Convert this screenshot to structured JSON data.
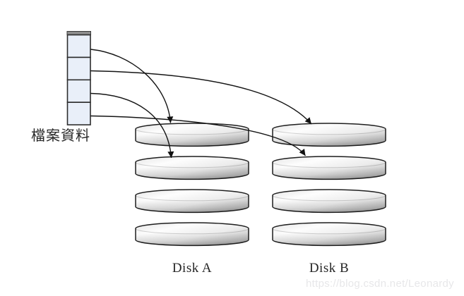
{
  "diagram_type": "disk-striping",
  "labels": {
    "source": "檔案資料"
  },
  "file_blocks": {
    "count": 4
  },
  "disks": [
    {
      "id": "disk-a",
      "label": "Disk A",
      "platter_count": 4
    },
    {
      "id": "disk-b",
      "label": "Disk B",
      "platter_count": 4
    }
  ],
  "stripe_mappings": [
    {
      "from": "file-block-1",
      "to": "disk-a-platter-1"
    },
    {
      "from": "file-block-2",
      "to": "disk-b-platter-1"
    },
    {
      "from": "file-block-3",
      "to": "disk-a-platter-2"
    },
    {
      "from": "file-block-4",
      "to": "disk-b-platter-2"
    }
  ],
  "watermark": {
    "text": "https://blog.csdn.net/Leonardy"
  },
  "colors": {
    "background": "#ffffff",
    "block_fill": "#e9eff9",
    "block_border": "#2d2d2d",
    "stack_cap": "#8d8d8d",
    "platter_light": "#ffffff",
    "platter_dark": "#949494",
    "outline": "#1e1e1e",
    "arrow": "#141414",
    "label_text": "#262626",
    "watermark_text": "#e7e7e9"
  }
}
